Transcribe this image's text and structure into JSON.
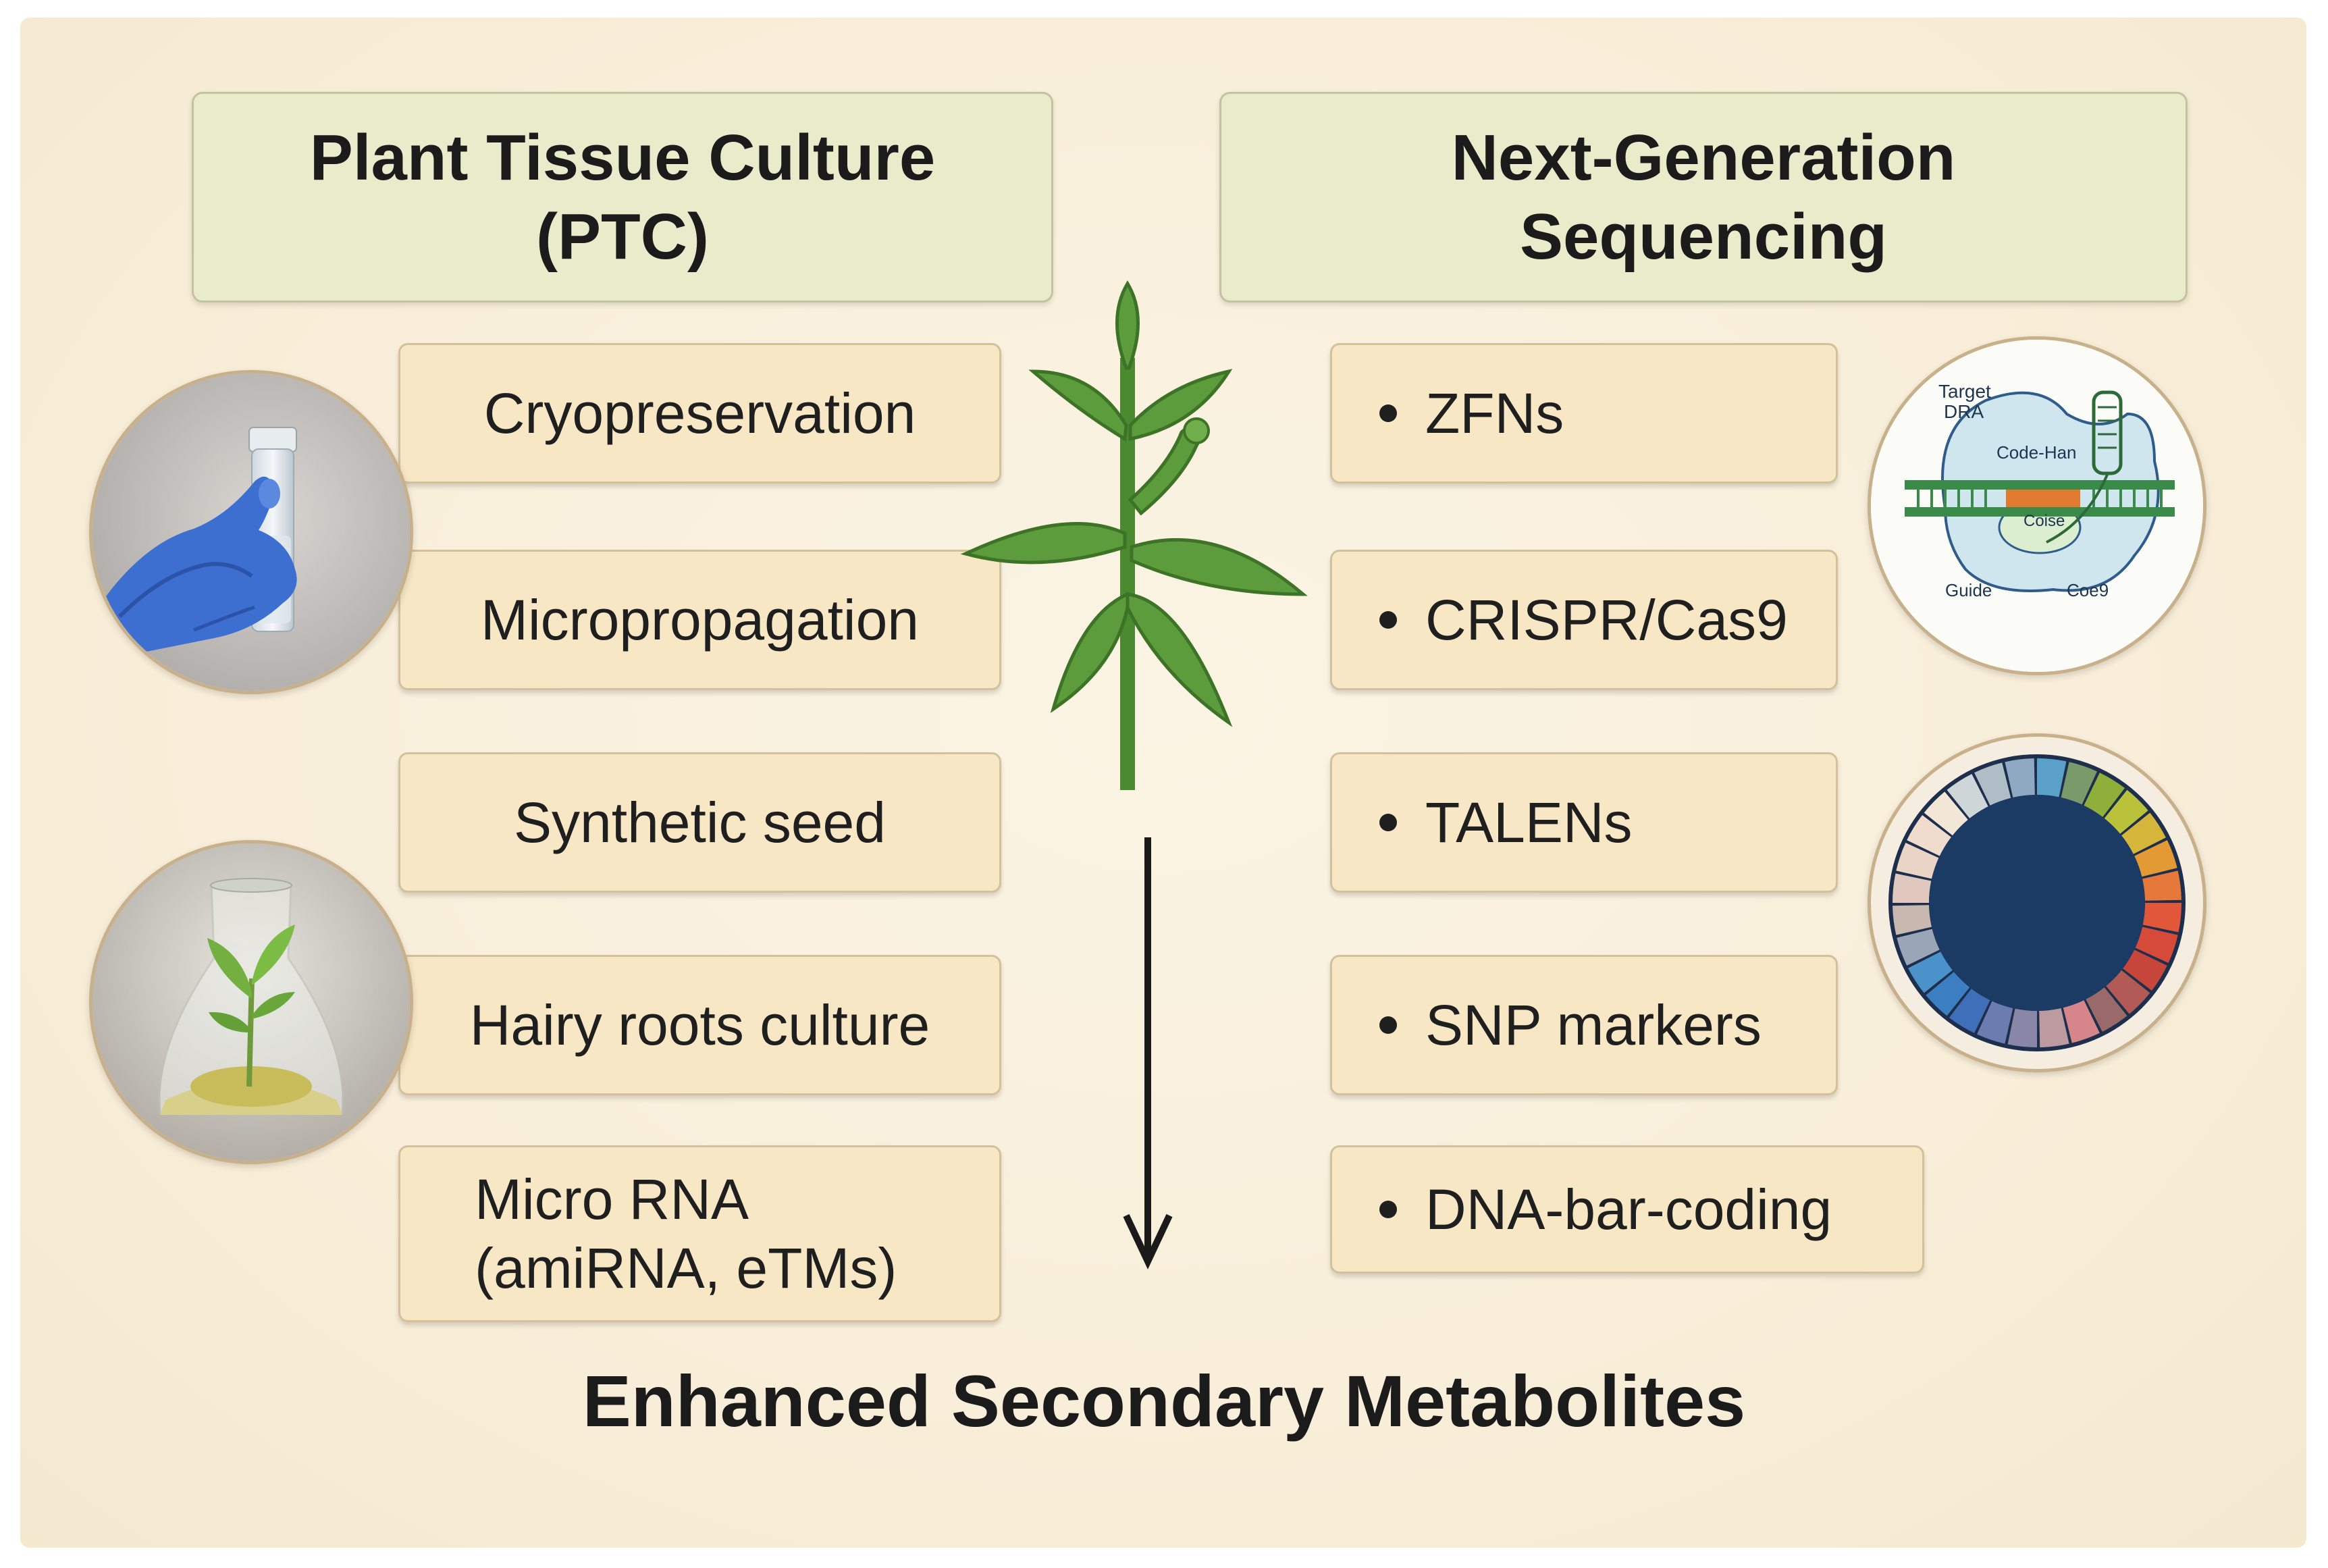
{
  "left_panel": {
    "header": [
      "Plant Tissue Culture",
      "(PTC)"
    ],
    "items": [
      "Cryopreservation",
      "Micropropagation",
      "Synthetic seed",
      "Hairy roots culture",
      [
        "Micro RNA",
        "(amiRNA, eTMs)"
      ]
    ]
  },
  "right_panel": {
    "header": [
      "Next-Generation",
      "Sequencing"
    ],
    "items": [
      "ZFNs",
      "CRISPR/Cas9",
      "TALENs",
      "SNP markers",
      "DNA-bar-coding"
    ]
  },
  "crispr_illustration": {
    "labels": [
      "Target",
      "DRA",
      "Code-Han",
      "Coise",
      "Guide",
      "Coe9"
    ]
  },
  "footer": "Enhanced Secondary Metabolites",
  "colors": {
    "header_fill": "#e8eccb",
    "item_fill": "#f7e7c4",
    "plant_green": "#5a9a3a",
    "arrow": "#1a1a1a"
  },
  "icons": [
    "cryovial-in-gloved-hand",
    "plantlet-in-flask",
    "crispr-diagram",
    "color-ring-chart",
    "plant",
    "down-arrow"
  ]
}
